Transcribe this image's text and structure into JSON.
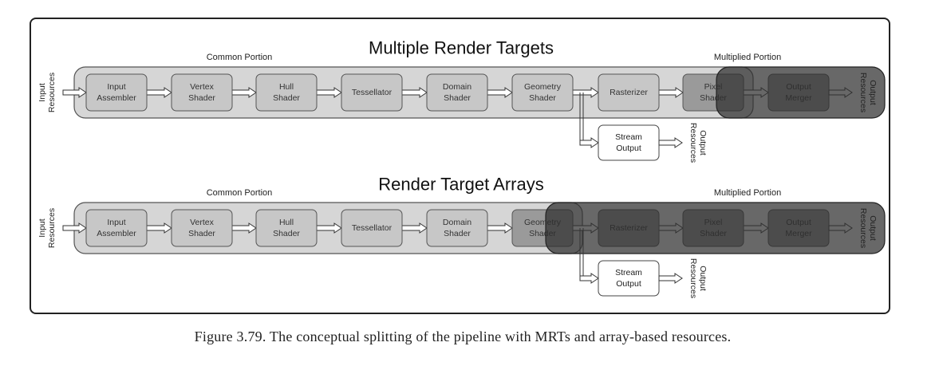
{
  "sections": [
    {
      "title": "Multiple Render Targets",
      "common_label": "Common Portion",
      "multiplied_label": "Multiplied Portion",
      "multiplied_from_stage": 7,
      "input_label": [
        "Input",
        "Resources"
      ],
      "output_label": [
        "Output",
        "Resources"
      ],
      "stages": [
        [
          "Input",
          "Assembler"
        ],
        [
          "Vertex",
          "Shader"
        ],
        [
          "Hull",
          "Shader"
        ],
        [
          "Tessellator"
        ],
        [
          "Domain",
          "Shader"
        ],
        [
          "Geometry",
          "Shader"
        ],
        [
          "Rasterizer"
        ],
        [
          "Pixel",
          "Shader"
        ],
        [
          "Output",
          "Merger"
        ]
      ],
      "stream": {
        "label": [
          "Stream",
          "Output"
        ],
        "output_label": [
          "Output",
          "Resources"
        ]
      }
    },
    {
      "title": "Render Target Arrays",
      "common_label": "Common Portion",
      "multiplied_label": "Multiplied Portion",
      "multiplied_from_stage": 5,
      "input_label": [
        "Input",
        "Resources"
      ],
      "output_label": [
        "Output",
        "Resources"
      ],
      "stages": [
        [
          "Input",
          "Assembler"
        ],
        [
          "Vertex",
          "Shader"
        ],
        [
          "Hull",
          "Shader"
        ],
        [
          "Tessellator"
        ],
        [
          "Domain",
          "Shader"
        ],
        [
          "Geometry",
          "Shader"
        ],
        [
          "Rasterizer"
        ],
        [
          "Pixel",
          "Shader"
        ],
        [
          "Output",
          "Merger"
        ]
      ],
      "stream": {
        "label": [
          "Stream",
          "Output"
        ],
        "output_label": [
          "Output",
          "Resources"
        ]
      }
    }
  ],
  "caption": "Figure 3.79.  The conceptual splitting of the pipeline with MRTs and array-based resources."
}
